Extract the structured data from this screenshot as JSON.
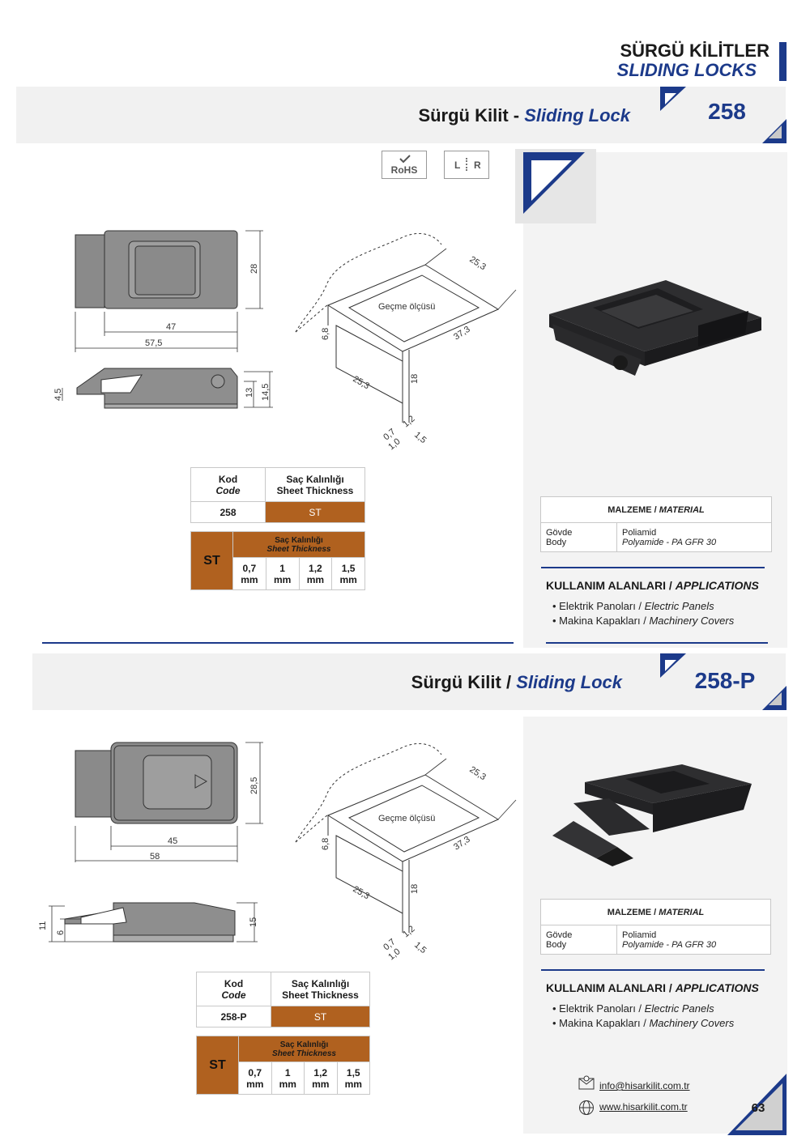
{
  "header": {
    "title_tr": "SÜRGÜ KİLİTLER",
    "title_en": "SLIDING LOCKS"
  },
  "section1": {
    "title_tr": "Sürgü Kilit - ",
    "title_en": "Sliding Lock",
    "code": "258",
    "badges": {
      "rohs": "RoHS",
      "lr_left": "L",
      "lr_right": "R"
    },
    "dims": {
      "top_height": "28",
      "inner_width": "47",
      "outer_width": "57,5",
      "side_left": "4,5",
      "side_h1": "13",
      "side_h2": "14,5",
      "cutout_label": "Geçme ölçüsü",
      "c1": "25,3",
      "c2": "37,3",
      "c3": "6,8",
      "c4": "25,3",
      "c5": "18",
      "c6": "0,7",
      "c7": "1,0",
      "c8": "1,2",
      "c9": "1,5"
    },
    "kod_table": {
      "col1_tr": "Kod",
      "col1_en": "Code",
      "col2_tr": "Saç Kalınlığı",
      "col2_en": "Sheet Thickness",
      "row_code": "258",
      "row_value": "ST"
    },
    "thickness_table": {
      "label": "ST",
      "head_tr": "Saç Kalınlığı",
      "head_en": "Sheet Thickness",
      "values": [
        "0,7",
        "1",
        "1,2",
        "1,5"
      ],
      "unit": "mm"
    },
    "material": {
      "head_tr": "MALZEME / ",
      "head_en": "MATERIAL",
      "part_tr": "Gövde",
      "part_en": "Body",
      "mat_tr": "Poliamid",
      "mat_en": "Polyamide - PA GFR 30"
    },
    "applications": {
      "title_tr": "KULLANIM ALANLARI / ",
      "title_en": "APPLICATIONS",
      "items": [
        {
          "tr": "• Elektrik Panoları / ",
          "en": "Electric Panels"
        },
        {
          "tr": "• Makina Kapakları / ",
          "en": "Machinery Covers"
        }
      ]
    }
  },
  "section2": {
    "title_tr": "Sürgü Kilit / ",
    "title_en": "Sliding Lock",
    "code": "258-P",
    "dims": {
      "top_height": "28,5",
      "inner_width": "45",
      "outer_width": "58",
      "side_a": "11",
      "side_b": "6",
      "side_h": "15",
      "cutout_label": "Geçme ölçüsü",
      "c1": "25,3",
      "c2": "37,3",
      "c3": "6,8",
      "c4": "25,3",
      "c5": "18",
      "c6": "0,7",
      "c7": "1,0",
      "c8": "1,2",
      "c9": "1,5"
    },
    "kod_table": {
      "col1_tr": "Kod",
      "col1_en": "Code",
      "col2_tr": "Saç Kalınlığı",
      "col2_en": "Sheet Thickness",
      "row_code": "258-P",
      "row_value": "ST"
    },
    "thickness_table": {
      "label": "ST",
      "head_tr": "Saç Kalınlığı",
      "head_en": "Sheet Thickness",
      "values": [
        "0,7",
        "1",
        "1,2",
        "1,5"
      ],
      "unit": "mm"
    },
    "material": {
      "head_tr": "MALZEME / ",
      "head_en": "MATERIAL",
      "part_tr": "Gövde",
      "part_en": "Body",
      "mat_tr": "Poliamid",
      "mat_en": "Polyamide - PA GFR 30"
    },
    "applications": {
      "title_tr": "KULLANIM ALANLARI / ",
      "title_en": "APPLICATIONS",
      "items": [
        {
          "tr": "• Elektrik Panoları / ",
          "en": "Electric Panels"
        },
        {
          "tr": "• Makina Kapakları / ",
          "en": "Machinery Covers"
        }
      ]
    }
  },
  "footer": {
    "email": "info@hisarkilit.com.tr",
    "website": "www.hisarkilit.com.tr",
    "page_number": "63"
  },
  "colors": {
    "accent_blue": "#1c3a8a",
    "st_brown": "#b0611f"
  }
}
